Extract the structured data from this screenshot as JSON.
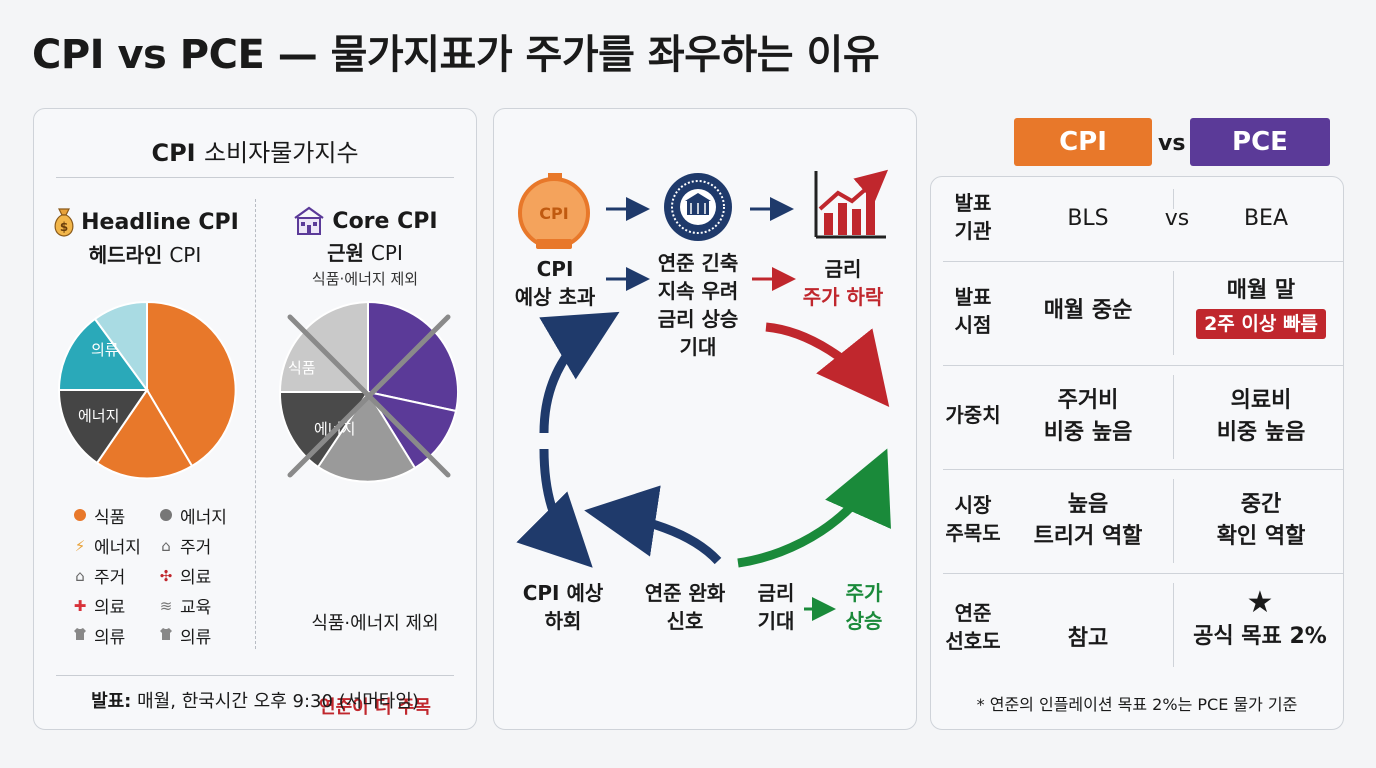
{
  "title": "CPI vs PCE — 물가지표가 주가를 좌우하는 이유",
  "cpi_panel": {
    "heading_bold": "CPI",
    "heading_rest": "소비자물가지수",
    "headline": {
      "title": "Headline CPI",
      "sub_bold": "헤드라인",
      "sub_rest": "CPI"
    },
    "core": {
      "title": "Core CPI",
      "sub_bold": "근원",
      "sub_rest": "CPI",
      "note": "식품·에너지 제외"
    },
    "pie_labels": {
      "clothing": "의류",
      "energy": "에너지",
      "food": "식품",
      "energy_short": "에너지"
    },
    "legend": [
      {
        "icon": "dot-orange",
        "label": "식품"
      },
      {
        "icon": "dot-gray",
        "label": "에너지"
      },
      {
        "icon": "bolt-icon",
        "label": "에너지"
      },
      {
        "icon": "house-icon",
        "label": "주거"
      },
      {
        "icon": "house-icon",
        "label": "주거"
      },
      {
        "icon": "medical-icon",
        "label": "의료"
      },
      {
        "icon": "medical-cross-icon",
        "label": "의료"
      },
      {
        "icon": "layers-icon",
        "label": "교육"
      },
      {
        "icon": "shirt-icon",
        "label": "의류"
      },
      {
        "icon": "shirt-icon",
        "label": "의류"
      }
    ],
    "excluded_label": "식품·에너지 제외",
    "fed_note": "연준이 더 주목",
    "publish_bold": "발표:",
    "publish_rest": "매월, 한국시간 오후 9:30 (서머타임)"
  },
  "flow_panel": {
    "cpi_icon_text": "CPI",
    "step_cpi_high": [
      "CPI",
      "예상 초과"
    ],
    "step_fed_tight": [
      "연준 긴축",
      "지속 우려",
      "금리 상승",
      "기대"
    ],
    "step_rate_label": "금리",
    "step_stock_down": "주가 하락",
    "step_cpi_low": [
      "CPI 예상",
      "하회"
    ],
    "step_fed_ease": [
      "연준 완화",
      "신호"
    ],
    "step_rate_expect": [
      "금리",
      "기대"
    ],
    "step_stock_up": [
      "주가",
      "상승"
    ]
  },
  "compare": {
    "badge_cpi": "CPI",
    "badge_vs": "vs",
    "badge_pce": "PCE",
    "colors": {
      "cpi": "#e8782a",
      "pce": "#5b3a98",
      "red": "#c0272d",
      "green": "#1a8a3a",
      "navy": "#1f3a6b"
    },
    "rows": [
      {
        "label": [
          "발표",
          "기관"
        ],
        "cpi": "BLS",
        "mid": "vs",
        "pce": "BEA"
      },
      {
        "label": [
          "발표",
          "시점"
        ],
        "cpi": "매월 중순",
        "pce": "매월 말",
        "pce_badge": "2주 이상 빠름"
      },
      {
        "label": [
          "가중치"
        ],
        "cpi": [
          "주거비",
          "비중 높음"
        ],
        "pce": [
          "의료비",
          "비중 높음"
        ]
      },
      {
        "label": [
          "시장",
          "주목도"
        ],
        "cpi": [
          "높음",
          "트리거 역할"
        ],
        "pce": [
          "중간",
          "확인 역할"
        ]
      },
      {
        "label": [
          "연준",
          "선호도"
        ],
        "cpi": "참고",
        "pce": "공식 목표 2%",
        "pce_icon": "★"
      }
    ],
    "footnote": "* 연준의 인플레이션 목표 2%는 PCE 물가 기준"
  }
}
